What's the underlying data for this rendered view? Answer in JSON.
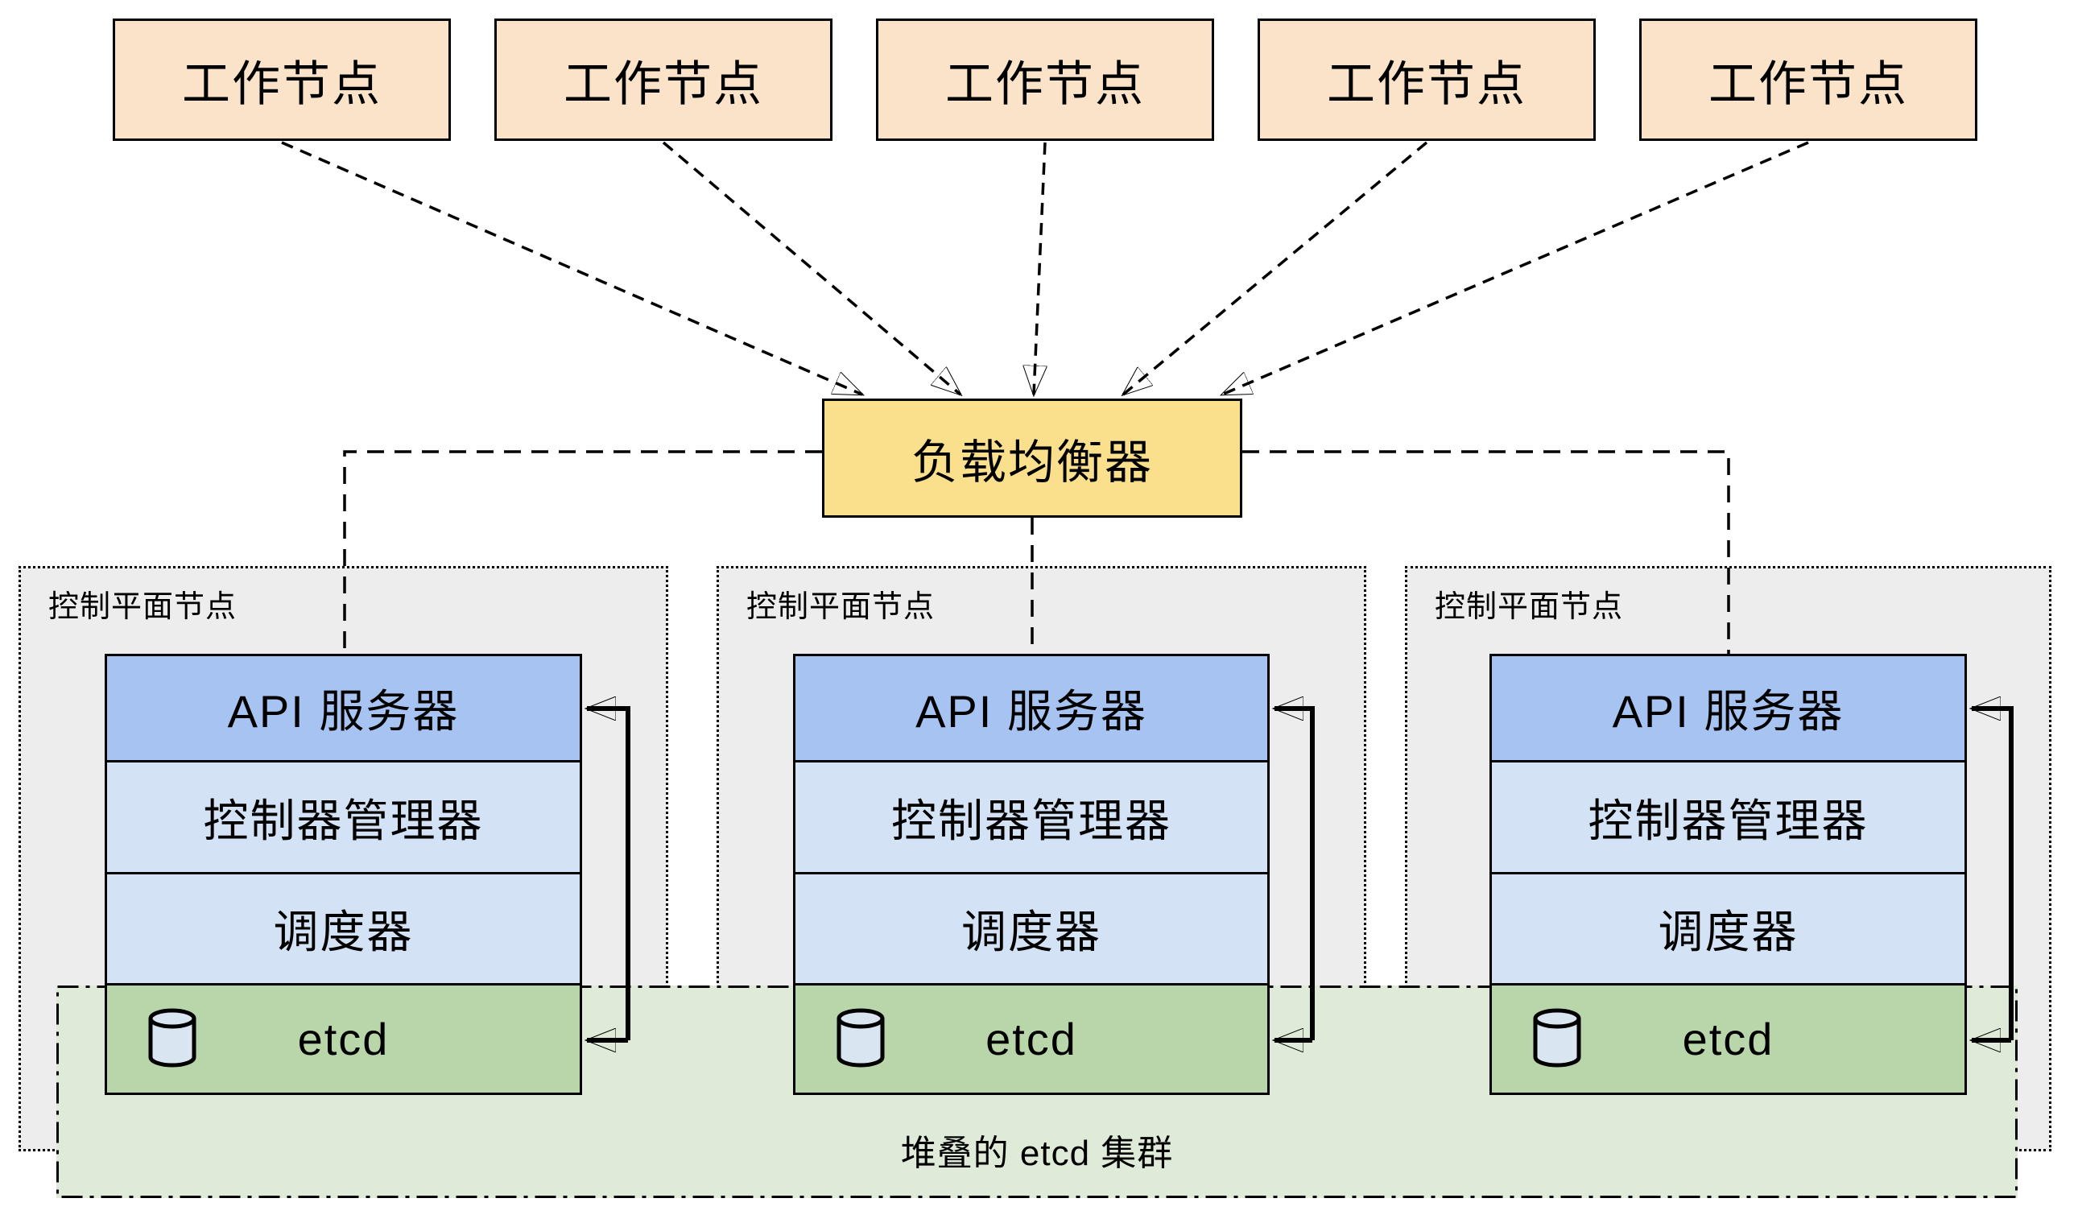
{
  "workers": [
    {
      "label": "工作节点"
    },
    {
      "label": "工作节点"
    },
    {
      "label": "工作节点"
    },
    {
      "label": "工作节点"
    },
    {
      "label": "工作节点"
    }
  ],
  "load_balancer": {
    "label": "负载均衡器"
  },
  "control_planes": [
    {
      "label": "控制平面节点",
      "api_server": "API 服务器",
      "controller_manager": "控制器管理器",
      "scheduler": "调度器",
      "etcd": "etcd"
    },
    {
      "label": "控制平面节点",
      "api_server": "API 服务器",
      "controller_manager": "控制器管理器",
      "scheduler": "调度器",
      "etcd": "etcd"
    },
    {
      "label": "控制平面节点",
      "api_server": "API 服务器",
      "controller_manager": "控制器管理器",
      "scheduler": "调度器",
      "etcd": "etcd"
    }
  ],
  "etcd_cluster": {
    "label": "堆叠的 etcd 集群"
  },
  "icons": {
    "etcd": "database-cylinder-icon"
  },
  "colors": {
    "stroke": "#000000",
    "worker_fill": "#FAE3C9",
    "lb_fill": "#FADF8C",
    "api_fill": "#A6C3F1",
    "component_fill": "#D3E2F4",
    "etcd_fill": "#B8D6AA",
    "region_fill": "#DFEBD8",
    "container_fill": "#EDEDED",
    "cylinder_fill": "#D9E6F2"
  }
}
